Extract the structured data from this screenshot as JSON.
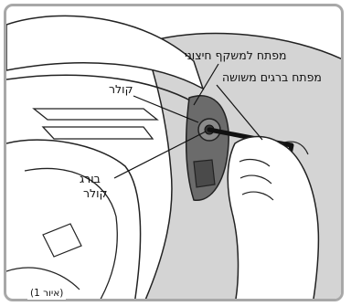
{
  "figure": {
    "caption": "(איור 1)",
    "labels": {
      "external_interface_key": "מפתח למשקף חיצוני",
      "collar": "קולר",
      "hex_key": "מפתח ברגים משושה",
      "collar_screw_line1": "בורג",
      "collar_screw_line2": "קולר"
    }
  },
  "colors": {
    "frame": "#a8a8a8",
    "shell": "#d4d4d4",
    "line": "#222222",
    "background": "#ffffff"
  }
}
